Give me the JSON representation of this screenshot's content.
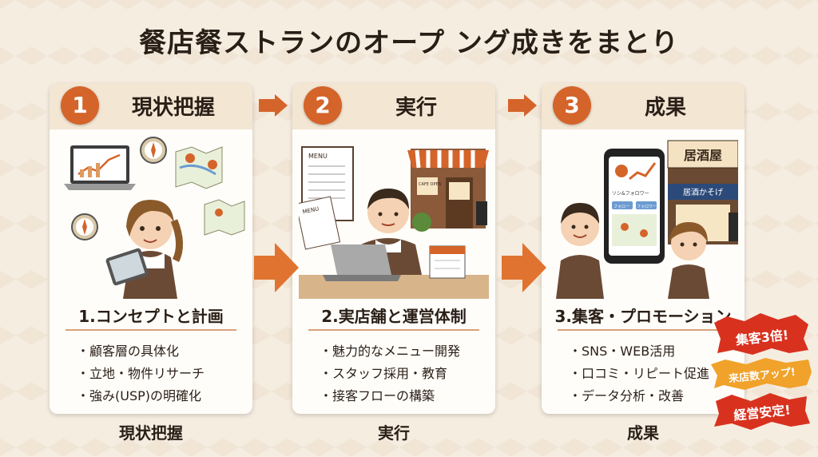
{
  "title": "餐店餐ストランのオープ ング成きをまとり",
  "steps": [
    {
      "number": "1",
      "phase": "現状把握",
      "subtitle": "1.コンセプトと計画",
      "bullets": [
        "顧客層の具体化",
        "立地・物件リサーチ",
        "強み(USP)の明確化"
      ],
      "footer": "現状把握"
    },
    {
      "number": "2",
      "phase": "実行",
      "subtitle": "2.実店舗と運営体制",
      "bullets": [
        "魅力的なメニュー開発",
        "スタッフ採用・教育",
        "接客フローの構築"
      ],
      "footer": "実行",
      "menu_label": "MENU",
      "cafe_sign": "CAFE OPEN"
    },
    {
      "number": "3",
      "phase": "成果",
      "subtitle": "3.集客・プロモーション",
      "bullets": [
        "SNS・WEB活用",
        "口コミ・リピート促進",
        "データ分析・改善"
      ],
      "footer": "成果",
      "shop_sign": "居酒屋",
      "shop_banner": "居酒かそげ",
      "phone_text": "ソシ&フォロワー",
      "phone_tag1": "フォロー",
      "phone_tag2": "フォロワー"
    }
  ],
  "badges": [
    "集客3倍!",
    "来店数アップ!",
    "経営安定!"
  ],
  "colors": {
    "accent": "#d4642a",
    "card_head": "#f3e6d3",
    "background": "#f6ede1",
    "badge_red": "#d8321f",
    "badge_orange": "#f0a22a"
  }
}
